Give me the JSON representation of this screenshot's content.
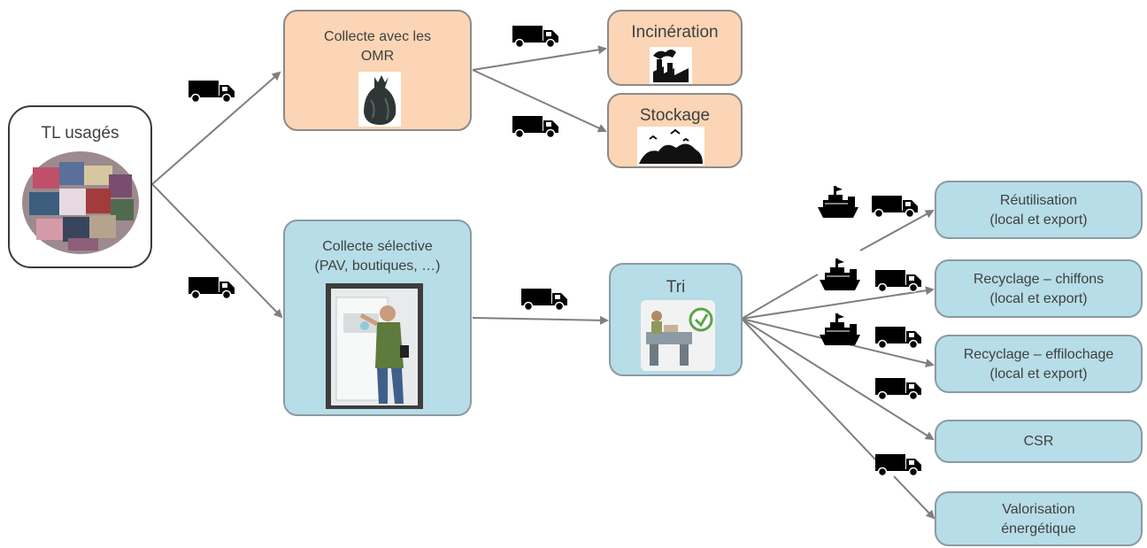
{
  "source": {
    "label": "TL usagés"
  },
  "omr": {
    "label_line1": "Collecte avec les",
    "label_line2": "OMR"
  },
  "incineration": {
    "label": "Incinération"
  },
  "stockage": {
    "label": "Stockage"
  },
  "selective": {
    "label_line1": "Collecte sélective",
    "label_line2": "(PAV, boutiques, …)"
  },
  "tri": {
    "label": "Tri"
  },
  "reutilisation": {
    "label_line1": "Réutilisation",
    "label_line2": "(local et export)"
  },
  "chiffons": {
    "label_line1": "Recyclage – chiffons",
    "label_line2": "(local et export)"
  },
  "effilochage": {
    "label_line1": "Recyclage – effilochage",
    "label_line2": "(local et export)"
  },
  "csr": {
    "label": "CSR"
  },
  "valorisation": {
    "label_line1": "Valorisation",
    "label_line2": "énergétique"
  },
  "colors": {
    "orange_box": "#fbd5b5",
    "blue_box": "#b7dde8",
    "arrow": "#7f7f7f",
    "vehicle": "#000000"
  },
  "icons": [
    "truck-icon",
    "ship-icon",
    "factory-icon",
    "landfill-icon",
    "garbage-bag-icon",
    "textile-pile-icon",
    "collection-bin-photo",
    "sorting-icon"
  ]
}
